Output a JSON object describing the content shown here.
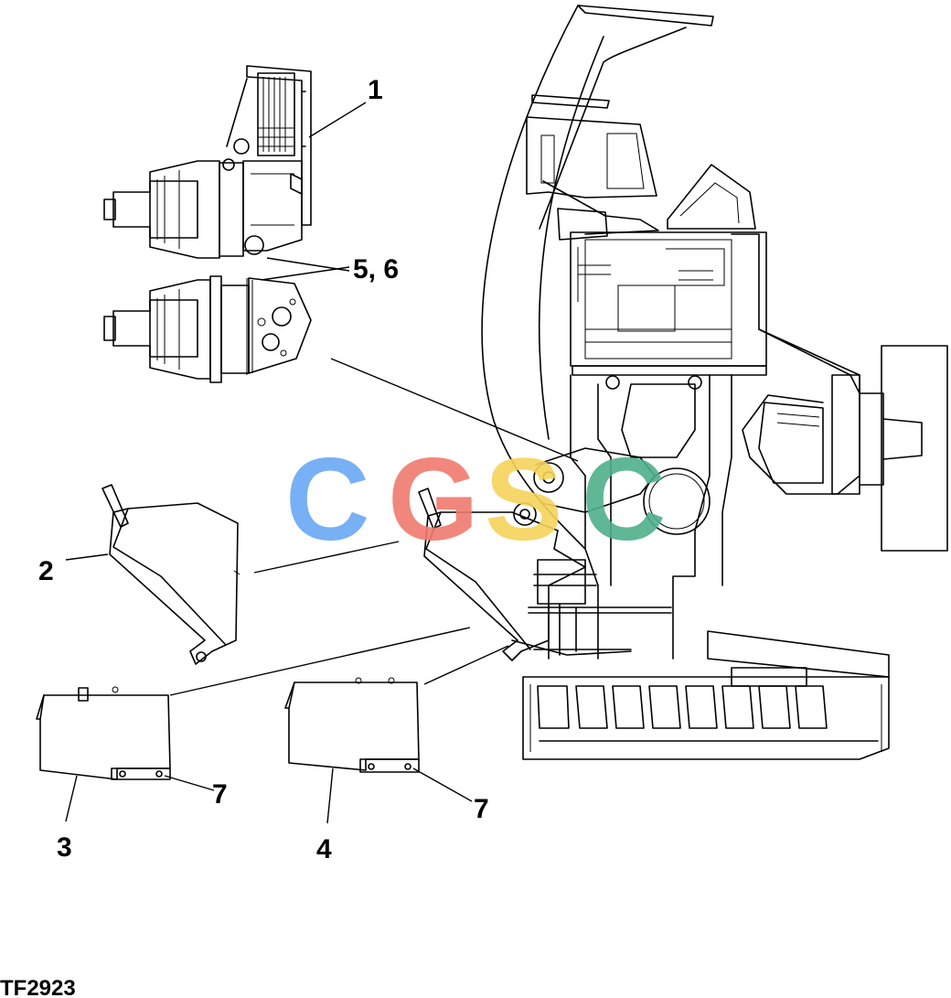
{
  "figure_id": "TF2923",
  "watermark": {
    "letters": [
      "C",
      "G",
      "S",
      "C"
    ],
    "colors": [
      "#6aa8f5",
      "#f07b6e",
      "#f6d35a",
      "#4fb08a"
    ]
  },
  "callouts": {
    "c1": "1",
    "c2": "2",
    "c3": "3",
    "c4": "4",
    "c56": "5, 6",
    "c7a": "7",
    "c7b": "7"
  },
  "colors": {
    "line": "#000000",
    "background": "#ffffff"
  }
}
